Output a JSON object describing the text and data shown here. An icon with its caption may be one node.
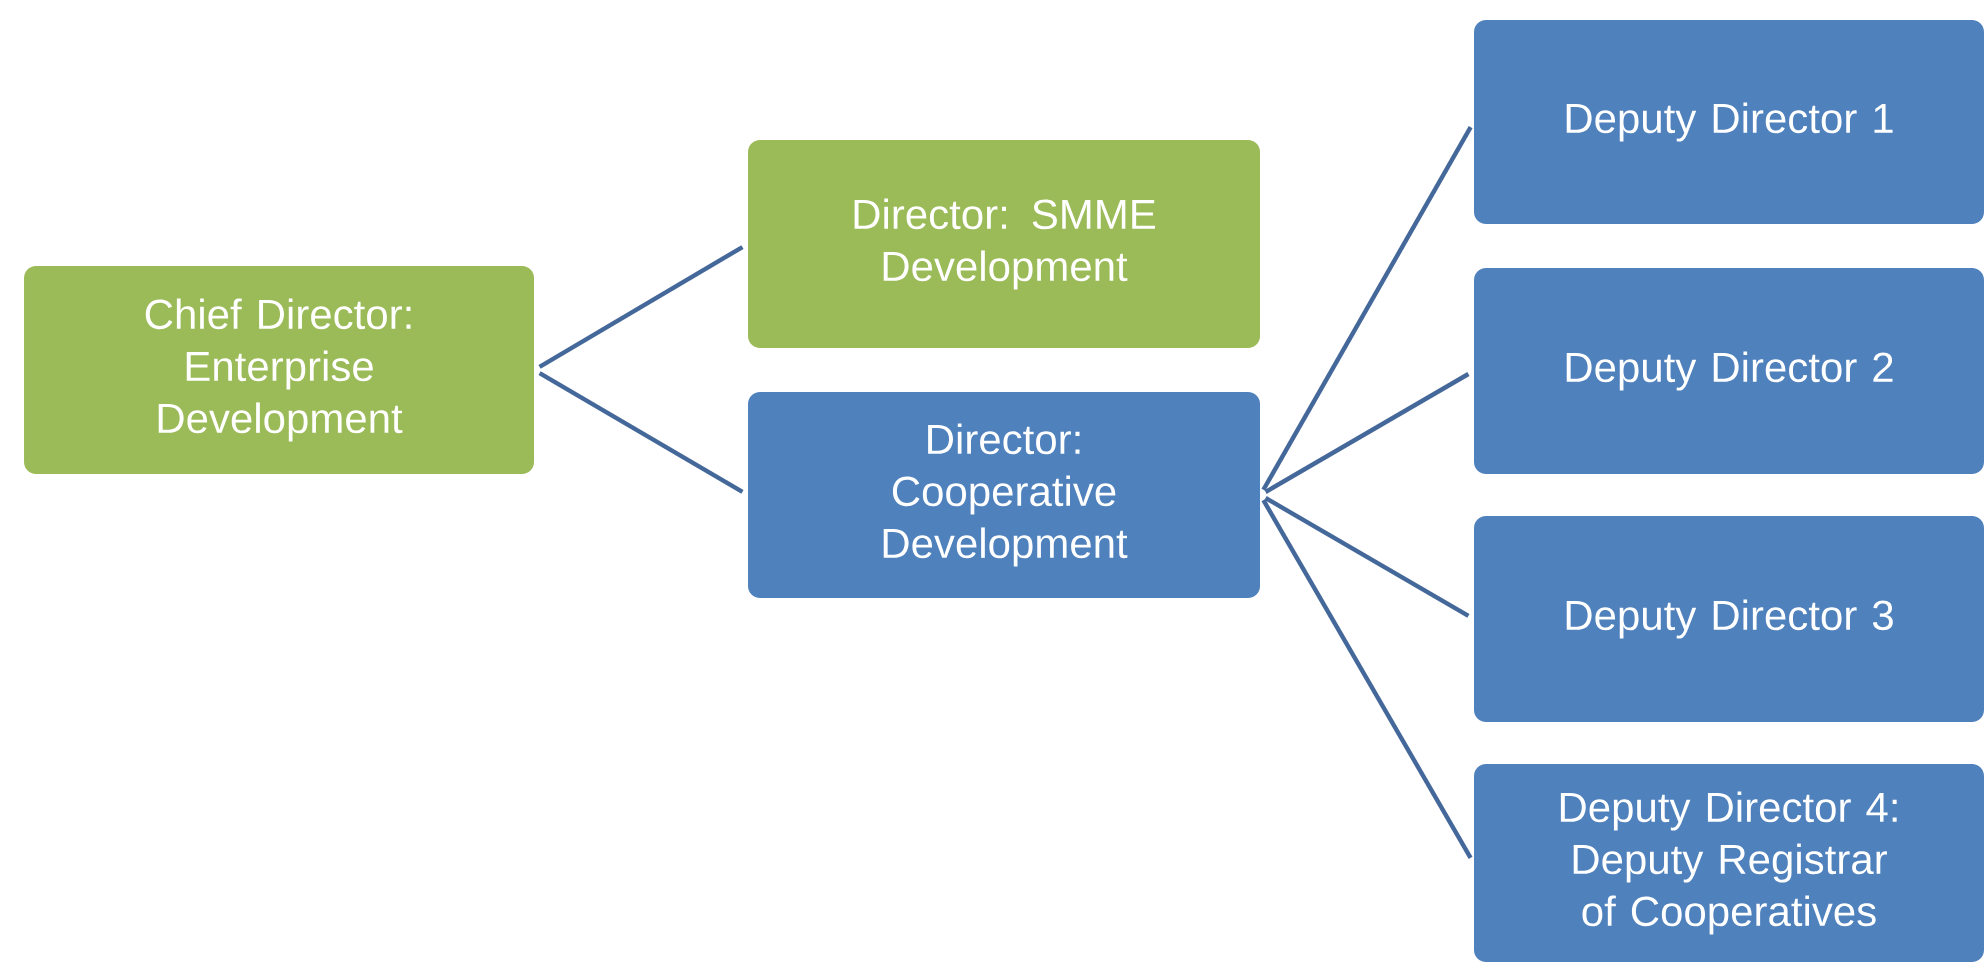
{
  "diagram": {
    "nodes": [
      {
        "text": [
          "Chief Director: Enterprise Development"
        ]
      },
      {
        "text": [
          "Director: SMME Development"
        ]
      },
      {
        "text": [
          "Director: Cooperative Development"
        ]
      },
      {
        "text": [
          "Deputy Director 1"
        ]
      },
      {
        "text": [
          "Deputy Director 2"
        ]
      },
      {
        "text": [
          "Deputy Director 3"
        ]
      },
      {
        "text": [
          "Deputy Director 4: Deputy Registrar of Cooperatives"
        ]
      }
    ],
    "edges": [
      {
        "from": 0,
        "to": 1,
        "arrow": "none"
      },
      {
        "from": 0,
        "to": 2,
        "arrow": "none"
      },
      {
        "from": 2,
        "to": 3,
        "arrow": "none"
      },
      {
        "from": 2,
        "to": 4,
        "arrow": "none"
      },
      {
        "from": 2,
        "to": 5,
        "arrow": "none"
      },
      {
        "from": 2,
        "to": 6,
        "arrow": "none"
      }
    ]
  }
}
